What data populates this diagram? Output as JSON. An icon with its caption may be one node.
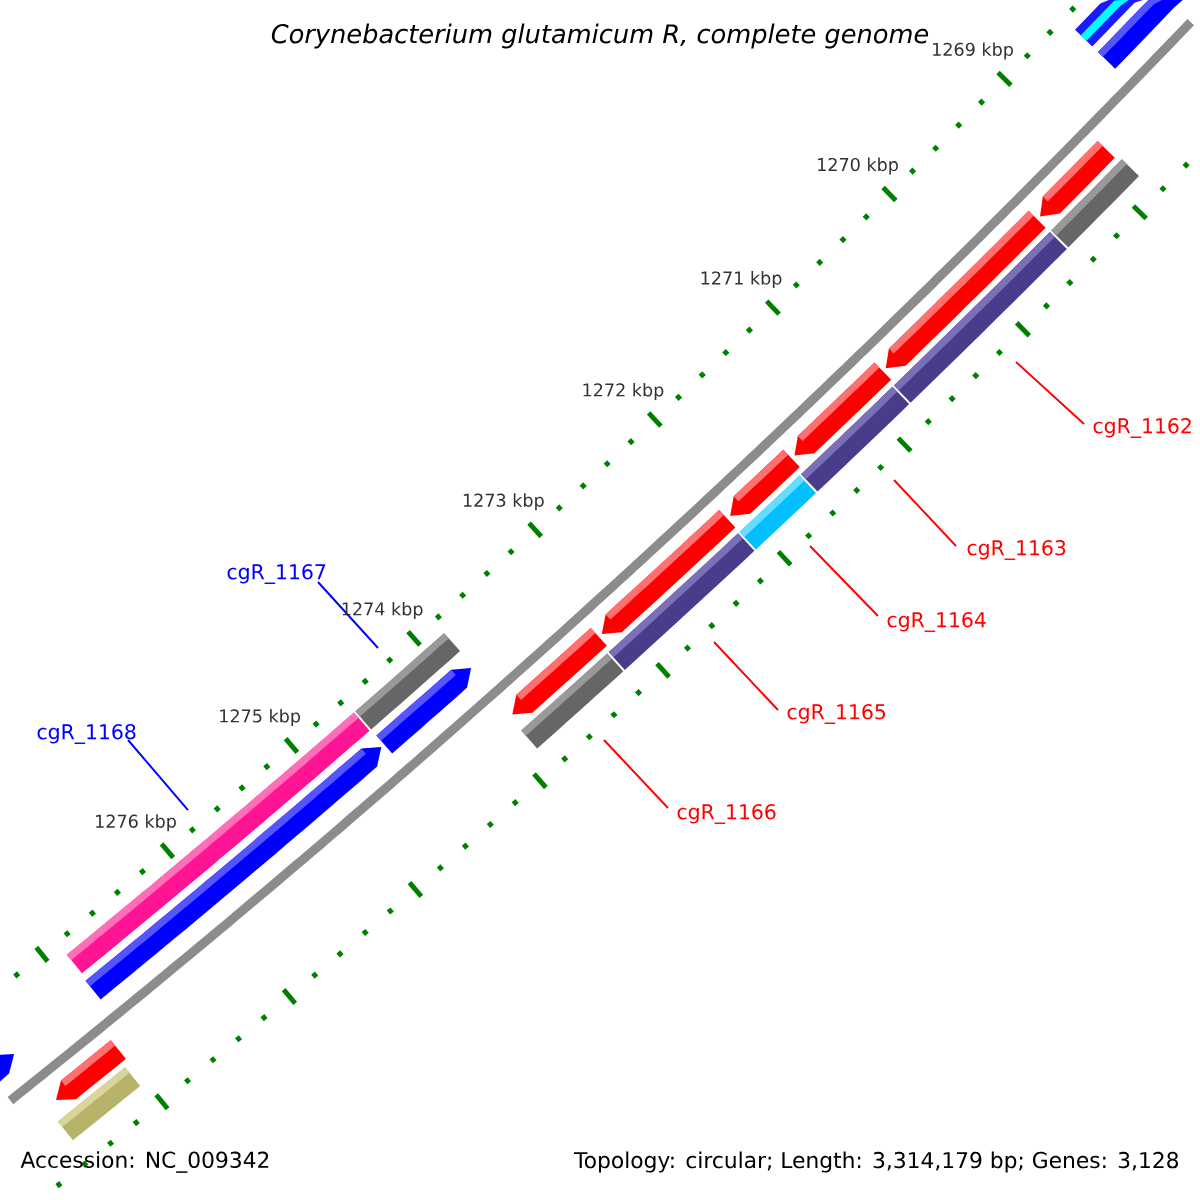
{
  "diagram": {
    "title": "Corynebacterium glutamicum R, complete genome",
    "nodes": [
      {
        "text": [
          "cgR_1162"
        ]
      },
      {
        "text": [
          "cgR_1163"
        ]
      },
      {
        "text": [
          "cgR_1164"
        ]
      },
      {
        "text": [
          "cgR_1165"
        ]
      },
      {
        "text": [
          "cgR_1166"
        ]
      },
      {
        "text": [
          "cgR_1167"
        ]
      },
      {
        "text": [
          "cgR_1168"
        ]
      },
      {
        "text": [],
        "shape": "bar"
      },
      {
        "text": [],
        "shape": "bar"
      },
      {
        "text": [],
        "shape": "bar"
      },
      {
        "text": [],
        "shape": "bar"
      },
      {
        "text": [],
        "shape": "bar"
      },
      {
        "text": [],
        "shape": "bar"
      },
      {
        "text": [],
        "shape": "bar"
      }
    ],
    "edges": [
      {
        "from": 0,
        "to": 7,
        "arrow": "none"
      },
      {
        "from": 1,
        "to": 8,
        "arrow": "none"
      },
      {
        "from": 2,
        "to": 9,
        "arrow": "none"
      },
      {
        "from": 3,
        "to": 10,
        "arrow": "none"
      },
      {
        "from": 4,
        "to": 11,
        "arrow": "none"
      },
      {
        "from": 5,
        "to": 12,
        "arrow": "none",
        "color": "#0000ff"
      },
      {
        "from": 6,
        "to": 13,
        "arrow": "none",
        "color": "#0000ff"
      }
    ],
    "labels": [
      "1269 kbp",
      "1270 kbp",
      "1271 kbp",
      "1272 kbp",
      "1273 kbp",
      "1274 kbp",
      "1275 kbp",
      "1276 kbp",
      "Accession: NC_009342",
      "Topology: circular; Length: 3,314,179 bp; Genes: 3,128"
    ]
  }
}
